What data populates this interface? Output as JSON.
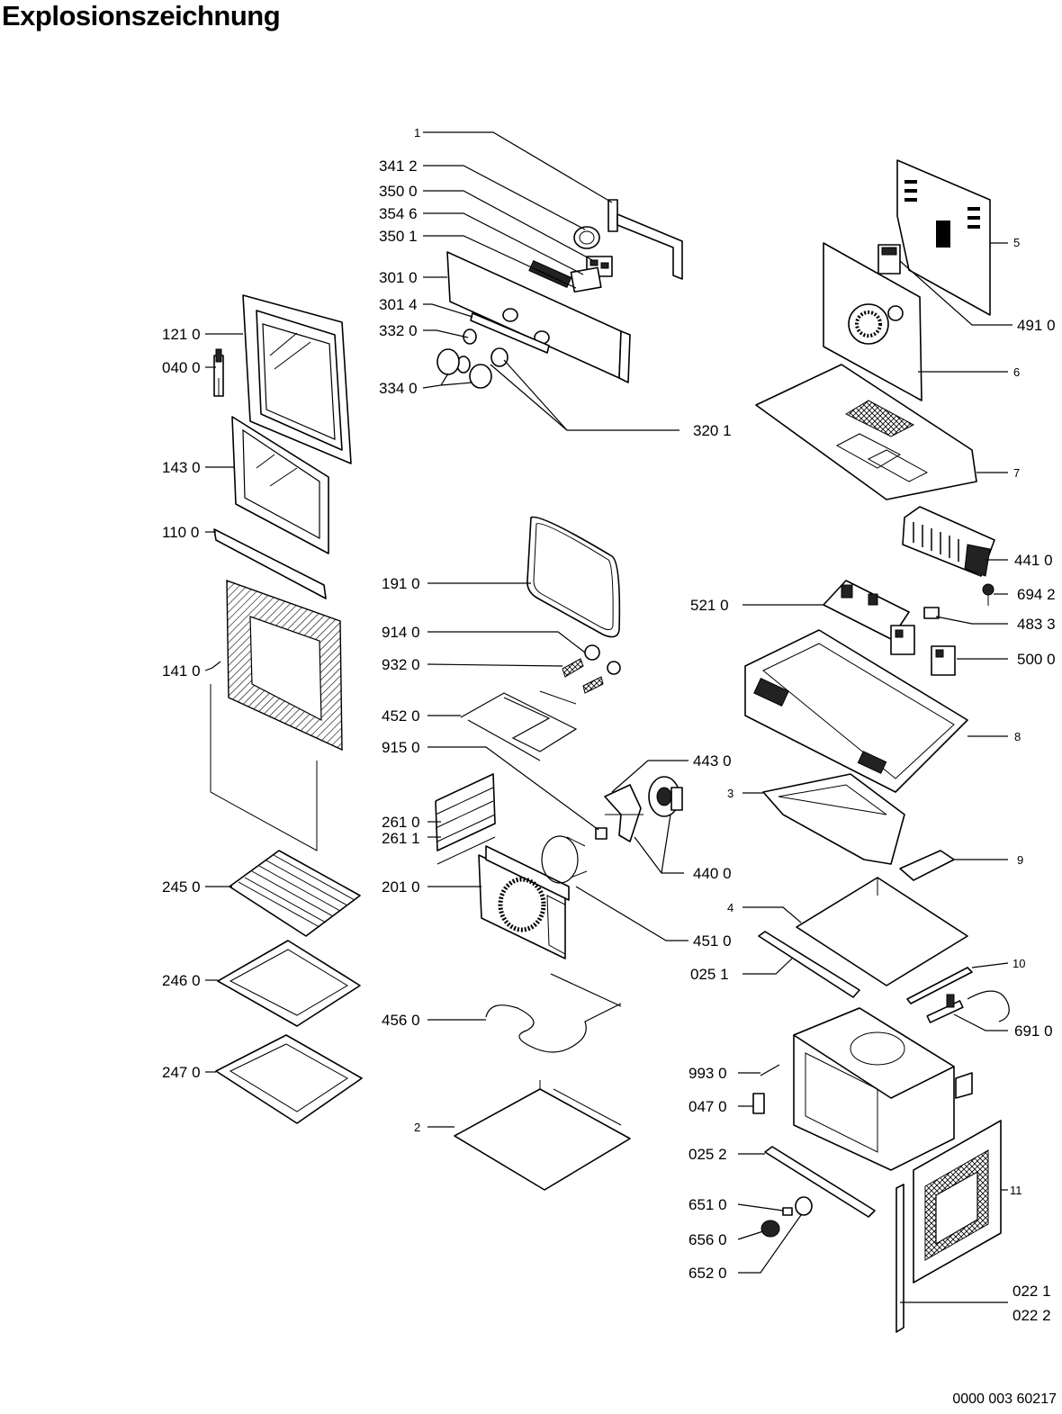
{
  "title": "Explosionszeichnung",
  "document_number": "0000 003 60217",
  "callouts": {
    "p1": "1",
    "p3412": "341 2",
    "p3500": "350 0",
    "p3546": "354 6",
    "p3501": "350 1",
    "p3010": "301 0",
    "p3014": "301 4",
    "p3320": "332 0",
    "p3340": "334 0",
    "p3201": "320 1",
    "p1210": "121 0",
    "p0400": "040 0",
    "p1430": "143 0",
    "p1100": "110 0",
    "p1410": "141 0",
    "p2450": "245 0",
    "p2460": "246 0",
    "p2470": "247 0",
    "p1910": "191 0",
    "p9140": "914 0",
    "p9320": "932 0",
    "p4520": "452 0",
    "p9150": "915 0",
    "p4430": "443 0",
    "p2610": "261 0",
    "p2611": "261 1",
    "p4400": "440 0",
    "p2010": "201 0",
    "p4510": "451 0",
    "p0251": "025 1",
    "p4560": "456 0",
    "p2": "2",
    "p5": "5",
    "p4910": "491 0",
    "p6": "6",
    "p7": "7",
    "p4410": "441 0",
    "p6942": "694 2",
    "p5210": "521 0",
    "p4833": "483 3",
    "p5000": "500 0",
    "p8": "8",
    "p3": "3",
    "p9": "9",
    "p4": "4",
    "p10": "10",
    "p6910": "691 0",
    "p9930": "993 0",
    "p0470": "047 0",
    "p0252": "025 2",
    "p6510": "651 0",
    "p6560": "656 0",
    "p6520": "652 0",
    "p11": "11",
    "p0221": "022 1",
    "p0222": "022 2"
  }
}
